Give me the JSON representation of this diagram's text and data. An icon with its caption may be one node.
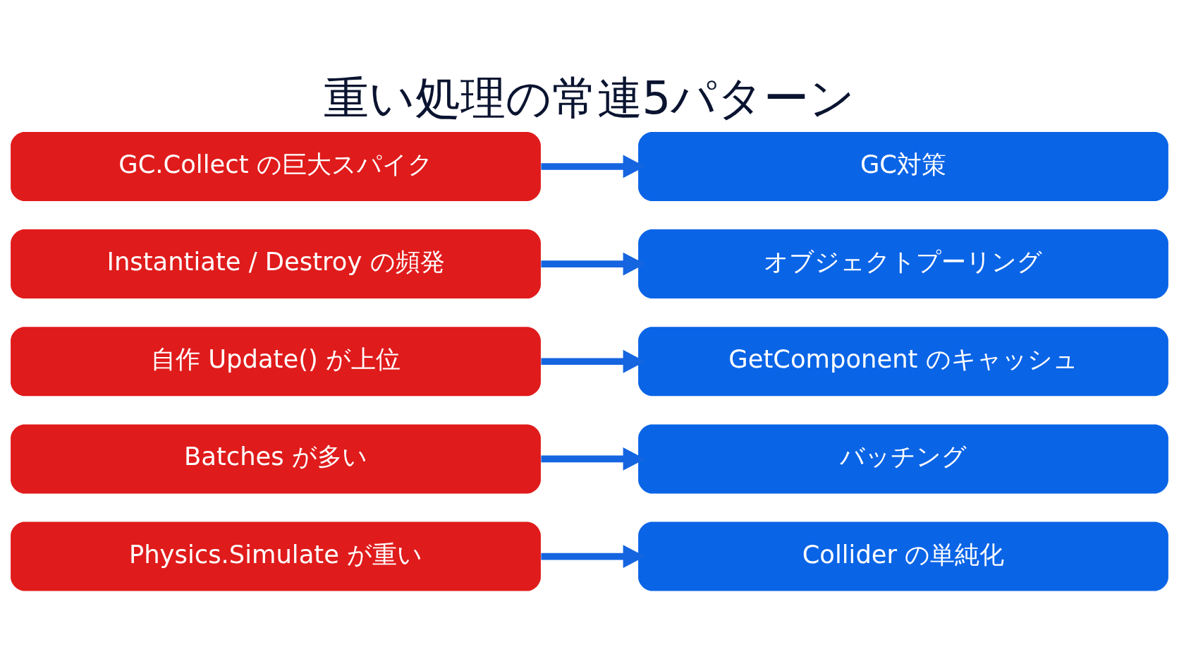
{
  "diagram": {
    "title": "重い処理の常連5パターン",
    "nodes": [
      {
        "text": [
          "GC.Collect の巨大スパイク"
        ]
      },
      {
        "text": [
          "GC対策"
        ]
      },
      {
        "text": [
          "Instantiate / Destroy の頻発"
        ]
      },
      {
        "text": [
          "オブジェクトプーリング"
        ]
      },
      {
        "text": [
          "自作 Update() が上位"
        ]
      },
      {
        "text": [
          "GetComponent のキャッシュ"
        ]
      },
      {
        "text": [
          "Batches が多い"
        ]
      },
      {
        "text": [
          "バッチング"
        ]
      },
      {
        "text": [
          "Physics.Simulate が重い"
        ]
      },
      {
        "text": [
          "Collider の単純化"
        ]
      }
    ],
    "edges": [
      {
        "from": 0,
        "to": 1,
        "arrow": "to"
      },
      {
        "from": 2,
        "to": 3,
        "arrow": "to"
      },
      {
        "from": 4,
        "to": 5,
        "arrow": "to"
      },
      {
        "from": 6,
        "to": 7,
        "arrow": "to"
      },
      {
        "from": 8,
        "to": 9,
        "arrow": "to"
      }
    ]
  }
}
